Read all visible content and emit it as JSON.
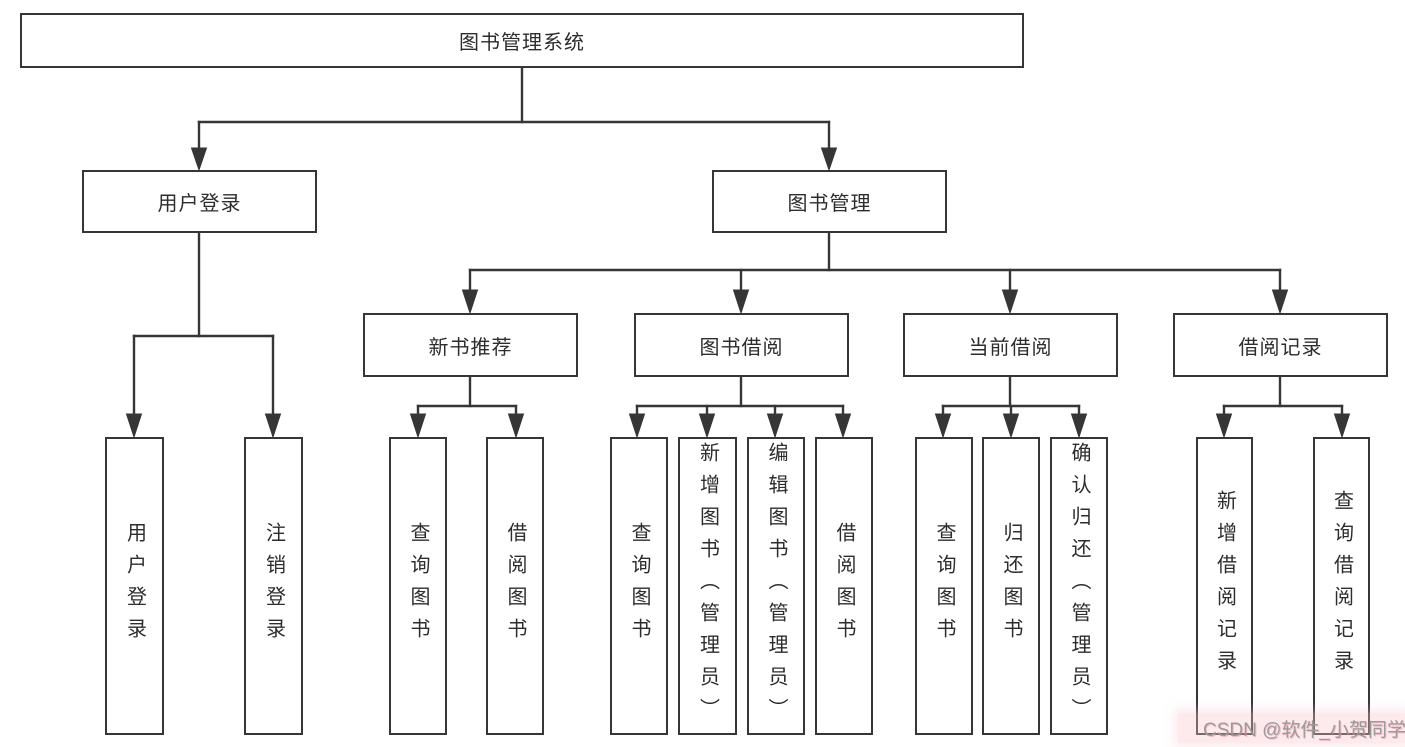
{
  "diagram": {
    "type": "hierarchy-diagram",
    "title": "图书管理系统"
  },
  "colors": {
    "background": "#ffffff",
    "box_border": "#363636",
    "connector_line": "#363636",
    "text": "#2d2d2d",
    "watermark_text": "#9b9b9b",
    "watermark_accent": "#f6c4cc"
  },
  "nodes": {
    "root": {
      "label": "图书管理系统"
    },
    "user_login": {
      "label": "用户登录"
    },
    "book_mgmt": {
      "label": "图书管理"
    },
    "new_rec": {
      "label": "新书推荐"
    },
    "borrow": {
      "label": "图书借阅"
    },
    "current": {
      "label": "当前借阅"
    },
    "record": {
      "label": "借阅记录"
    },
    "ul1": {
      "label": "用户登录"
    },
    "ul2": {
      "label": "注销登录"
    },
    "nb1": {
      "label": "查询图书"
    },
    "nb2": {
      "label": "借阅图书"
    },
    "bb1": {
      "label": "查询图书"
    },
    "bb2": {
      "label": "新增图书（管理员）"
    },
    "bb3": {
      "label": "编辑图书（管理员）"
    },
    "bb4": {
      "label": "借阅图书"
    },
    "cb1": {
      "label": "查询图书"
    },
    "cb2": {
      "label": "归还图书"
    },
    "cb3": {
      "label": "确认归还（管理员）"
    },
    "br1": {
      "label": "新增借阅记录"
    },
    "br2": {
      "label": "查询借阅记录"
    }
  },
  "edges": [
    [
      "root",
      "user_login"
    ],
    [
      "root",
      "book_mgmt"
    ],
    [
      "user_login",
      "ul1"
    ],
    [
      "user_login",
      "ul2"
    ],
    [
      "book_mgmt",
      "new_rec"
    ],
    [
      "book_mgmt",
      "borrow"
    ],
    [
      "book_mgmt",
      "current"
    ],
    [
      "book_mgmt",
      "record"
    ],
    [
      "new_rec",
      "nb1"
    ],
    [
      "new_rec",
      "nb2"
    ],
    [
      "borrow",
      "bb1"
    ],
    [
      "borrow",
      "bb2"
    ],
    [
      "borrow",
      "bb3"
    ],
    [
      "borrow",
      "bb4"
    ],
    [
      "current",
      "cb1"
    ],
    [
      "current",
      "cb2"
    ],
    [
      "current",
      "cb3"
    ],
    [
      "record",
      "br1"
    ],
    [
      "record",
      "br2"
    ]
  ],
  "watermark": {
    "text": "CSDN @软件_小贺同学"
  }
}
